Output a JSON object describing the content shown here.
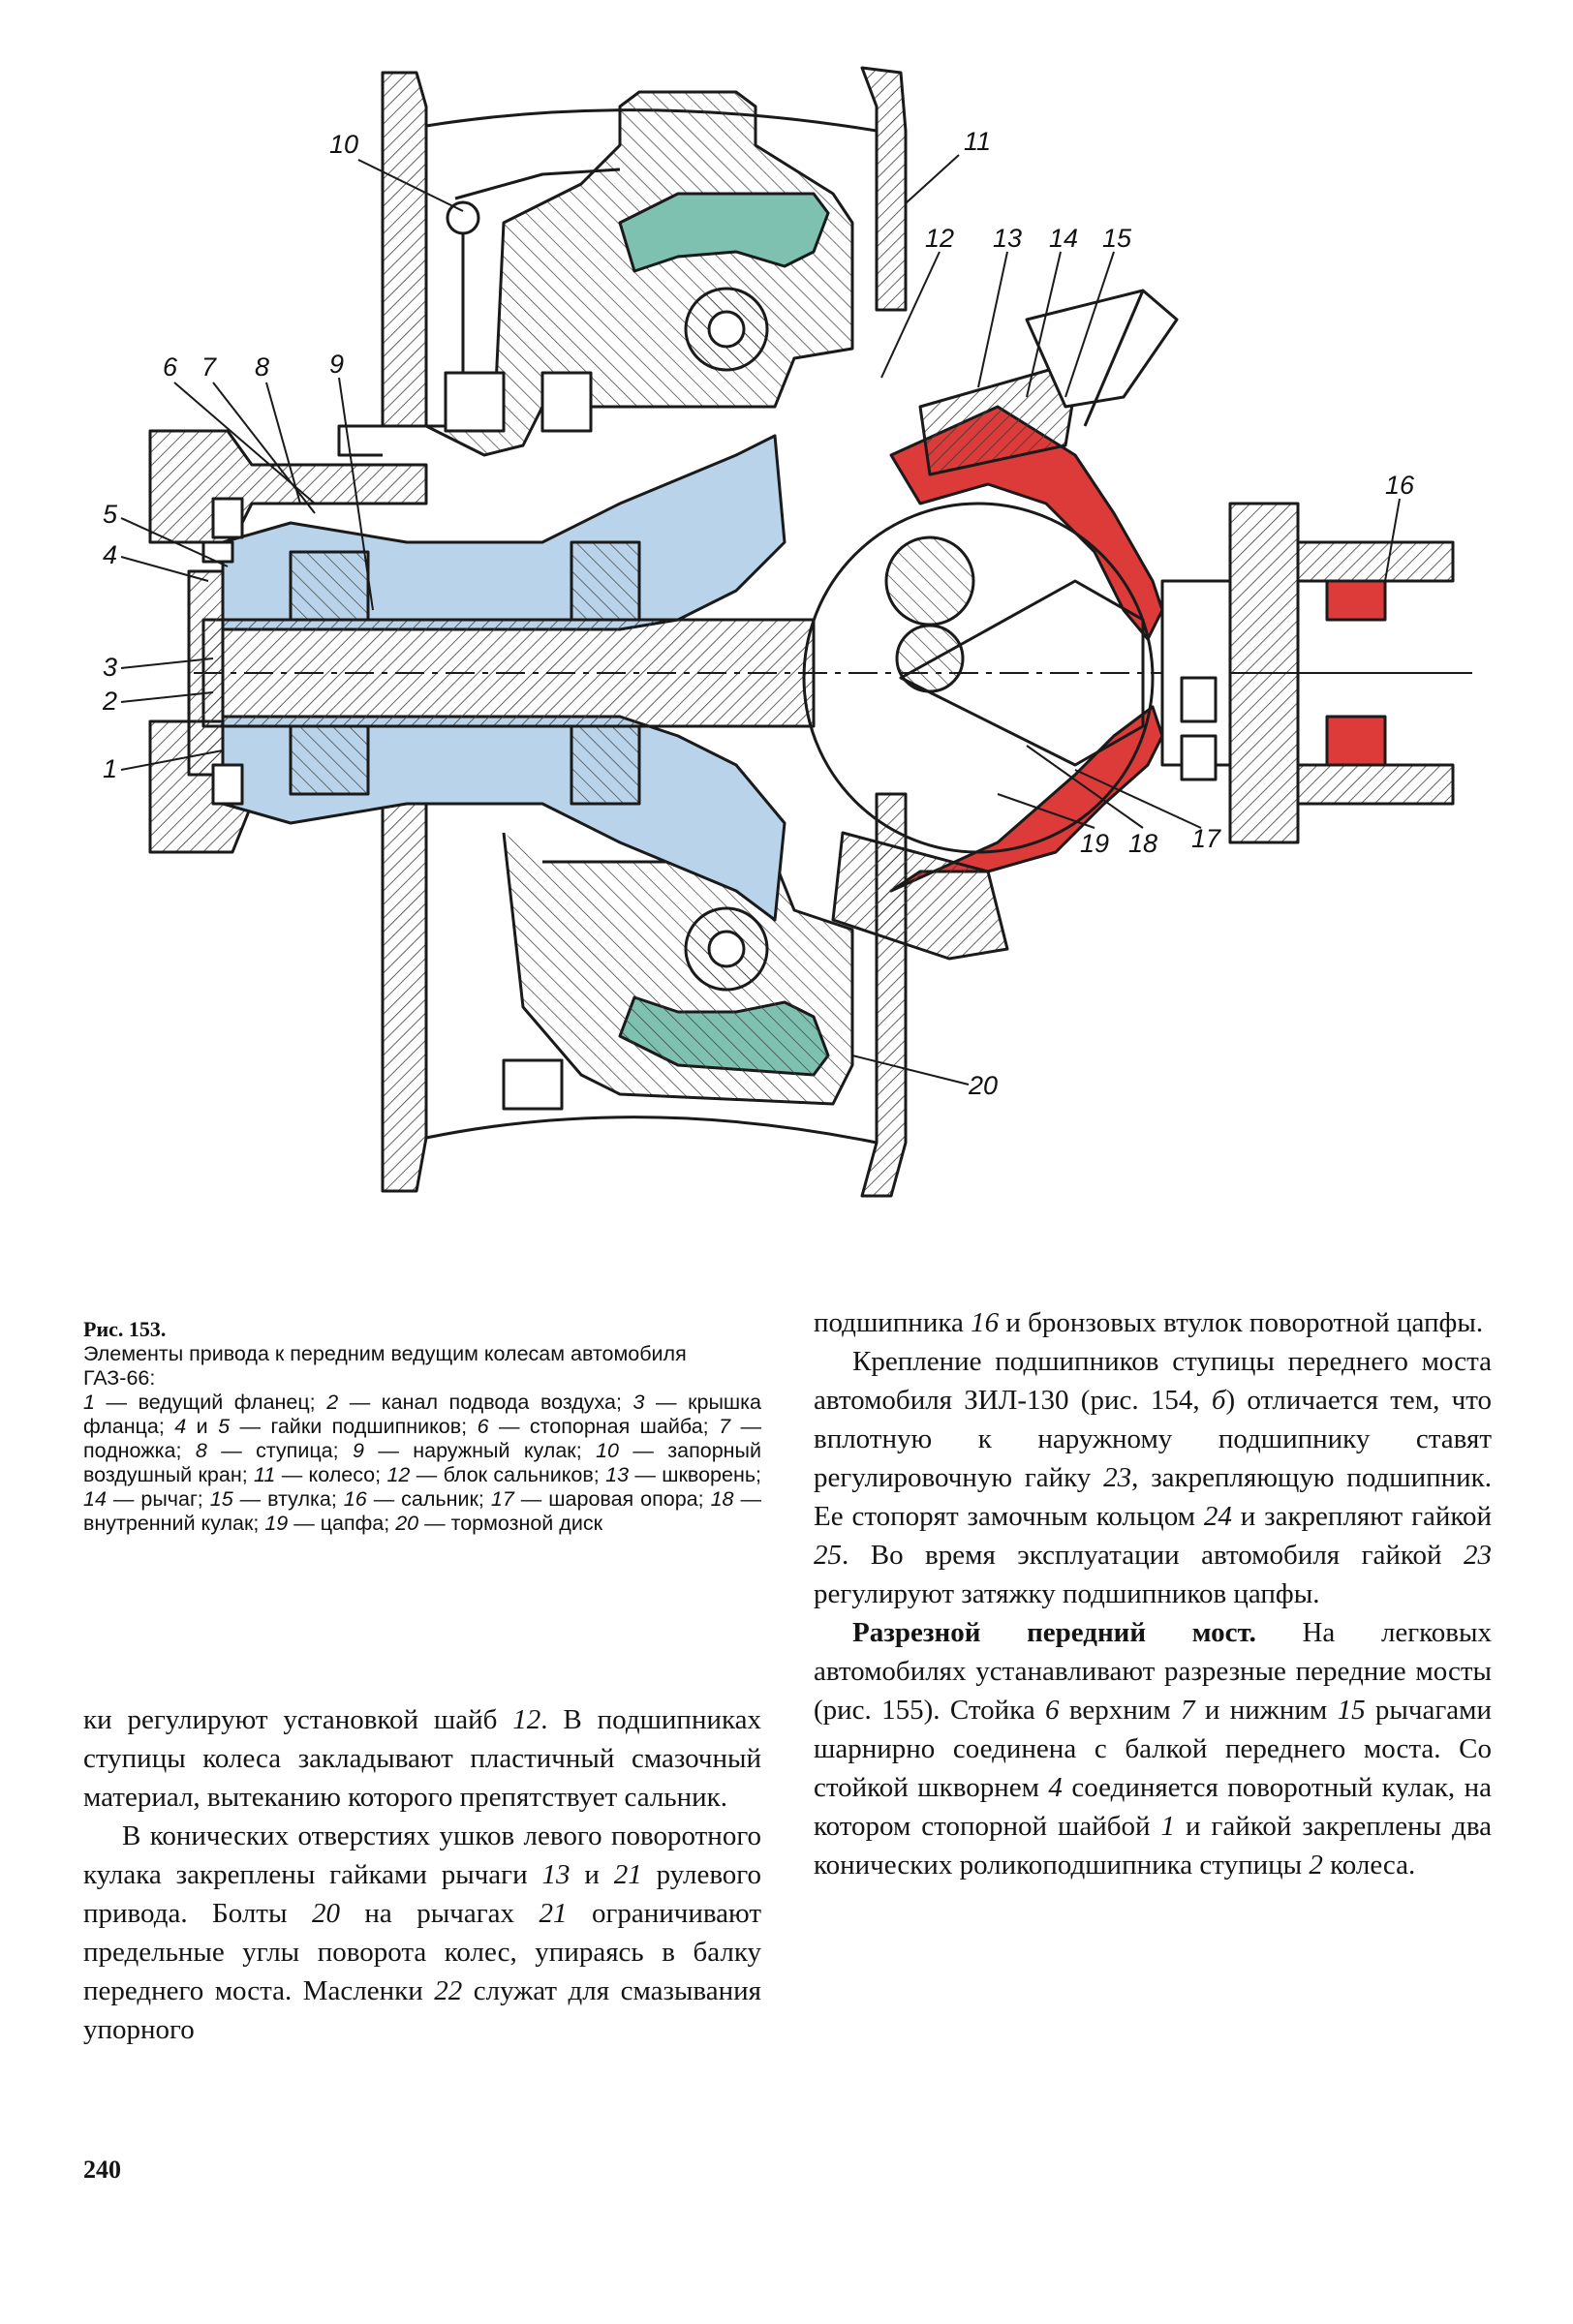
{
  "figure": {
    "callouts": [
      "1",
      "2",
      "3",
      "4",
      "5",
      "6",
      "7",
      "8",
      "9",
      "10",
      "11",
      "12",
      "13",
      "14",
      "15",
      "16",
      "17",
      "18",
      "19",
      "20"
    ],
    "colors": {
      "hub": "#b9d4ea",
      "brake_disc": "#7fc1b1",
      "knuckle": "#dd3a3a",
      "hatch": "#3a3a3a"
    }
  },
  "caption": {
    "figure_label": "Рис. 153.",
    "title": "Элементы привода к передним ведущим колесам автомобиля ГАЗ-66:",
    "legend": [
      {
        "n": "1",
        "t": " — ведущий фланец; "
      },
      {
        "n": "2",
        "t": " — канал подвода воздуха; "
      },
      {
        "n": "3",
        "t": " — крышка фланца; "
      },
      {
        "n": "4",
        "t": " и "
      },
      {
        "n": "5",
        "t": " — гайки подшипников; "
      },
      {
        "n": "6",
        "t": " — стопорная шайба; "
      },
      {
        "n": "7",
        "t": " — подножка; "
      },
      {
        "n": "8",
        "t": " — ступица; "
      },
      {
        "n": "9",
        "t": " — наружный кулак; "
      },
      {
        "n": "10",
        "t": " — запорный воздушный кран; "
      },
      {
        "n": "11",
        "t": " — колесо; "
      },
      {
        "n": "12",
        "t": " — блок сальников; "
      },
      {
        "n": "13",
        "t": " — шкворень; "
      },
      {
        "n": "14",
        "t": " — рычаг; "
      },
      {
        "n": "15",
        "t": " — втулка; "
      },
      {
        "n": "16",
        "t": " — сальник; "
      },
      {
        "n": "17",
        "t": " — шаровая опора; "
      },
      {
        "n": "18",
        "t": " — внутренний кулак; "
      },
      {
        "n": "19",
        "t": " — цапфа; "
      },
      {
        "n": "20",
        "t": " — тормозной диск"
      }
    ]
  },
  "left_column": {
    "p1": [
      {
        "t": "ки регулируют установкой шайб "
      },
      {
        "t": "12",
        "i": true
      },
      {
        "t": ". В подшипниках ступицы колеса закладывают пластичный смазочный материал, вытеканию которого препятствует сальник."
      }
    ],
    "p2": [
      {
        "t": "В конических отверстиях ушков левого поворотного кулака закреплены гайками рычаги "
      },
      {
        "t": "13",
        "i": true
      },
      {
        "t": " и "
      },
      {
        "t": "21",
        "i": true
      },
      {
        "t": " рулевого привода. Болты "
      },
      {
        "t": "20",
        "i": true
      },
      {
        "t": " на рычагах "
      },
      {
        "t": "21",
        "i": true
      },
      {
        "t": " ограничивают предельные углы поворота колес, упираясь в балку переднего моста. Масленки "
      },
      {
        "t": "22",
        "i": true
      },
      {
        "t": " служат для смазывания упорного"
      }
    ]
  },
  "right_column": {
    "p1": [
      {
        "t": "подшипника "
      },
      {
        "t": "16",
        "i": true
      },
      {
        "t": " и бронзовых втулок поворотной цапфы."
      }
    ],
    "p2": [
      {
        "t": "Крепление подшипников ступицы переднего моста автомобиля ЗИЛ-130 (рис. 154, "
      },
      {
        "t": "б",
        "i": true
      },
      {
        "t": ") отличается тем, что вплотную к наружному подшипнику ставят регулировочную гайку "
      },
      {
        "t": "23",
        "i": true
      },
      {
        "t": ", закрепляющую подшипник. Ее стопорят замочным кольцом "
      },
      {
        "t": "24",
        "i": true
      },
      {
        "t": " и закрепляют гайкой "
      },
      {
        "t": "25",
        "i": true
      },
      {
        "t": ". Во время эксплуатации автомобиля гайкой "
      },
      {
        "t": "23",
        "i": true
      },
      {
        "t": " регулируют затяжку подшипников цапфы."
      }
    ],
    "p3": [
      {
        "t": "Разрезной передний мост.",
        "b": true
      },
      {
        "t": " На легковых автомобилях устанавливают разрезные передние мосты (рис. 155). Стойка "
      },
      {
        "t": "6",
        "i": true
      },
      {
        "t": " верхним "
      },
      {
        "t": "7",
        "i": true
      },
      {
        "t": " и нижним "
      },
      {
        "t": "15",
        "i": true
      },
      {
        "t": " рычагами шарнирно соединена с балкой переднего моста. Со стойкой шкворнем "
      },
      {
        "t": "4",
        "i": true
      },
      {
        "t": " соединяется поворотный кулак, на котором стопорной шайбой "
      },
      {
        "t": "1",
        "i": true
      },
      {
        "t": " и гайкой закреплены два конических роликоподшипника ступицы "
      },
      {
        "t": "2",
        "i": true
      },
      {
        "t": " колеса."
      }
    ]
  },
  "page_number": "240"
}
